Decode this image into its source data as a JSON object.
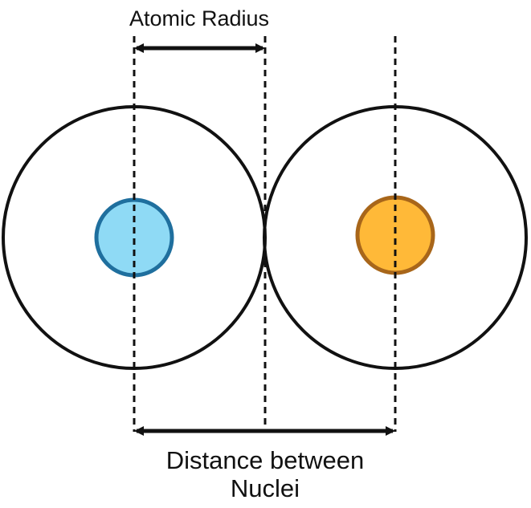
{
  "labels": {
    "atomic_radius": "Atomic Radius",
    "distance_line1": "Distance between",
    "distance_line2": "Nuclei"
  },
  "atoms": [
    {
      "name": "left-atom",
      "nucleus_color": "#8fdaf5",
      "nucleus_stroke": "#1f6f9e"
    },
    {
      "name": "right-atom",
      "nucleus_color": "#ffb938",
      "nucleus_stroke": "#a8661a"
    }
  ],
  "colors": {
    "line": "#111111",
    "shell": "#111111",
    "background": "#ffffff"
  }
}
